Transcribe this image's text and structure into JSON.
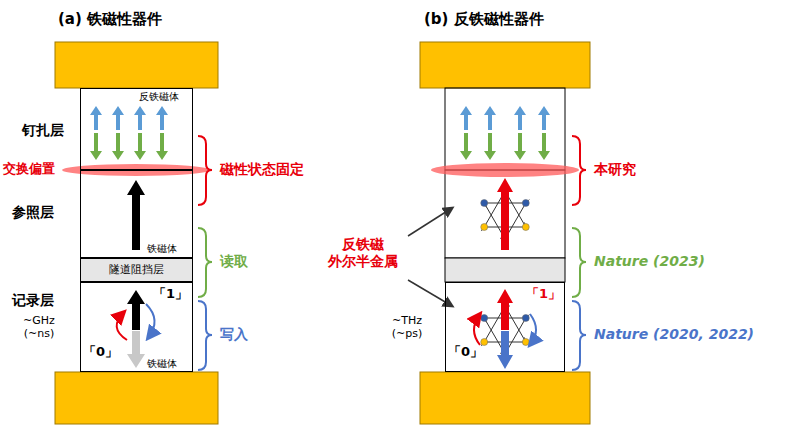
{
  "diagram": {
    "nodes": [
      {
        "text": [
          "反铁磁体"
        ]
      },
      {
        "text": [
          "铁磁体"
        ]
      },
      {
        "text": [
          "隧道阻挡层"
        ]
      },
      {
        "text": [
          "「1」",
          "「0」",
          "铁磁体"
        ]
      },
      {
        "text": [
          "「1」",
          "「0」"
        ]
      }
    ],
    "labels": [
      "(a) 铁磁性器件",
      "(b) 反铁磁性器件",
      "钉扎层",
      "交换偏置",
      "参照层",
      "记录层",
      "~GHz (~ns)",
      "磁性状态固定",
      "读取",
      "写入",
      "反铁磁 外尔半金属",
      "~THz (~ps)",
      "本研究",
      "Nature (2023)",
      "Nature (2020, 2022)"
    ]
  }
}
